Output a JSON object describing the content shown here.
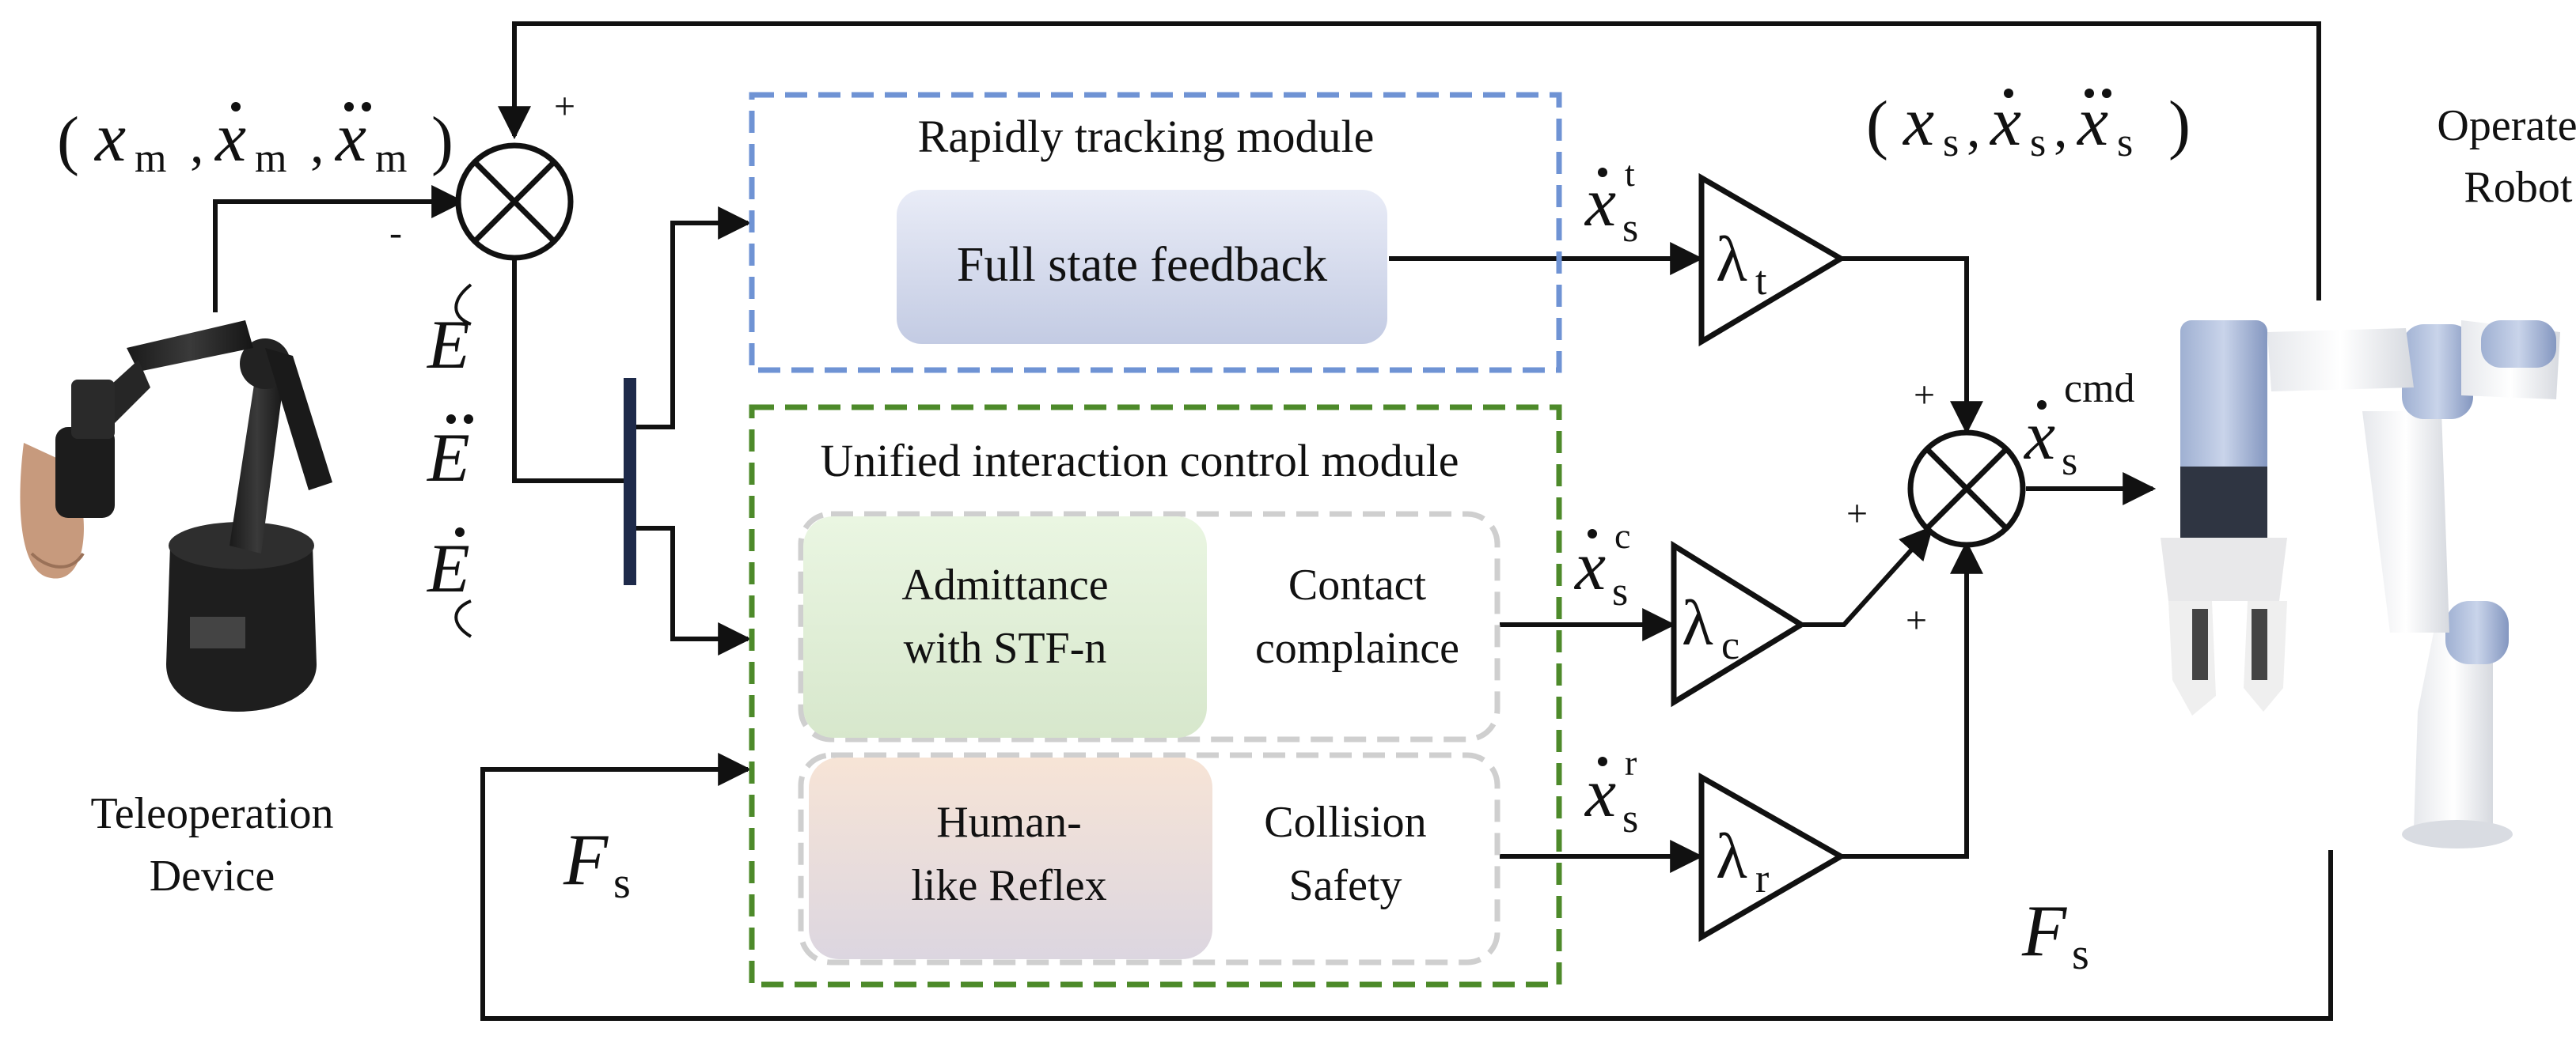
{
  "teleop": {
    "label_line1": "Teleoperation",
    "label_line2": "Device",
    "image_icon": "teleoperation-device-arm-icon"
  },
  "robot": {
    "label_line1": "Operated",
    "label_line2": "Robot",
    "image_icon": "collaborative-robot-arm-icon"
  },
  "signals": {
    "master_state_open": "(",
    "master_x": "x",
    "master_sub": "m",
    "master_sep": ",",
    "master_close": ")",
    "slave_state_open": "(",
    "slave_x": "x",
    "slave_sub": "s",
    "slave_sep": ",",
    "slave_close": ")",
    "error_E": "E",
    "force_F": "F",
    "force_sub": "s",
    "plus": "+",
    "minus": "-",
    "xdot_x": "x",
    "xdot_sub": "s",
    "sup_t": "t",
    "sup_c": "c",
    "sup_r": "r",
    "sup_cmd": "cmd"
  },
  "modules": {
    "tracking": {
      "title": "Rapidly tracking module",
      "block": "Full state feedback",
      "border_color": "#6f93d4"
    },
    "interaction": {
      "title": "Unified interaction control module",
      "border_color": "#4d8a2a",
      "admittance_line1": "Admittance",
      "admittance_line2": "with STF-n",
      "contact_line1": "Contact",
      "contact_line2": "complaince",
      "reflex_line1": "Human-",
      "reflex_line2": "like Reflex",
      "collision_line1": "Collision",
      "collision_line2": "Safety"
    }
  },
  "gains": {
    "lambda": "λ",
    "t_sub": "t",
    "c_sub": "c",
    "r_sub": "r"
  }
}
